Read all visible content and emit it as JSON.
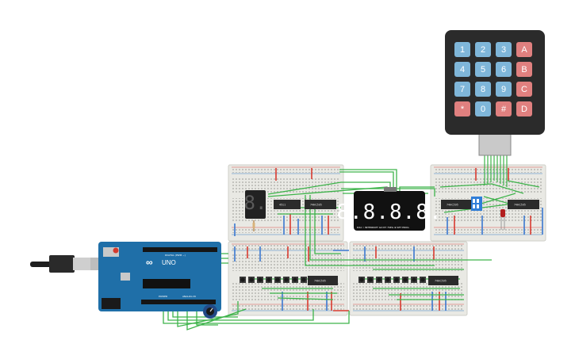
{
  "colors": {
    "background": "#ffffff",
    "breadboard": "#e9e9e4",
    "rail_red": "#d9534f",
    "rail_blue": "#3b7fc4",
    "wire_green": "#3db34a",
    "wire_red": "#d83a2f",
    "wire_blue": "#3a78d0",
    "arduino_blue": "#1f6fa8",
    "keypad_digit": "#7fb6d9",
    "keypad_letter": "#e0807f",
    "keypad_body": "#2b2b2b"
  },
  "keypad": {
    "keys": [
      {
        "label": "1",
        "kind": "digit"
      },
      {
        "label": "2",
        "kind": "digit"
      },
      {
        "label": "3",
        "kind": "digit"
      },
      {
        "label": "A",
        "kind": "letter"
      },
      {
        "label": "4",
        "kind": "digit"
      },
      {
        "label": "5",
        "kind": "digit"
      },
      {
        "label": "6",
        "kind": "digit"
      },
      {
        "label": "B",
        "kind": "letter"
      },
      {
        "label": "7",
        "kind": "digit"
      },
      {
        "label": "8",
        "kind": "digit"
      },
      {
        "label": "9",
        "kind": "digit"
      },
      {
        "label": "C",
        "kind": "letter"
      },
      {
        "label": "*",
        "kind": "letter"
      },
      {
        "label": "0",
        "kind": "digit"
      },
      {
        "label": "#",
        "kind": "letter"
      },
      {
        "label": "D",
        "kind": "letter"
      }
    ]
  },
  "arduino": {
    "brand": "∞",
    "model": "UNO",
    "silk_digital": "DIGITAL (PWM ~)",
    "silk_power": "POWER",
    "silk_analog": "ANALOG IN"
  },
  "display": {
    "digits": [
      "8.",
      "8.",
      "8.",
      "8."
    ],
    "footer": "D2A  ⑂  INTERRUPT GO  RT 7SEG  ⊕  SET  PROG"
  },
  "chips": {
    "decoder_label": "74HC595",
    "driver_label": "4511",
    "single_digit": "8."
  }
}
